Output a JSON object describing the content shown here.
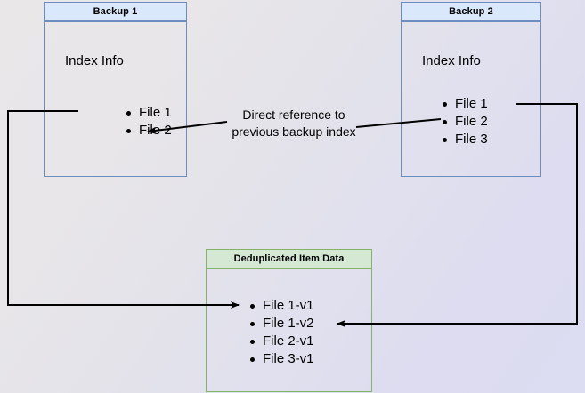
{
  "diagram": {
    "title": "Backup deduplication and direct index reference",
    "background_start": "#e8e6e7",
    "background_end": "#dcdcf2",
    "blue_fill": "#dae8fc",
    "blue_stroke": "#6c8ebf",
    "green_fill": "#d5e8d4",
    "green_stroke": "#82b366",
    "arrow_color": "#000000"
  },
  "backup1": {
    "header": "Backup 1",
    "section_label": "Index Info",
    "files": [
      "File 1",
      "File 2"
    ]
  },
  "backup2": {
    "header": "Backup 2",
    "section_label": "Index Info",
    "files": [
      "File 1",
      "File 2",
      "File 3"
    ]
  },
  "dedup": {
    "header": "Deduplicated Item Data",
    "items": [
      "File 1-v1",
      "File 1-v2",
      "File 2-v1",
      "File 3-v1"
    ]
  },
  "caption": {
    "line1": "Direct reference to",
    "line2": "previous backup index"
  }
}
